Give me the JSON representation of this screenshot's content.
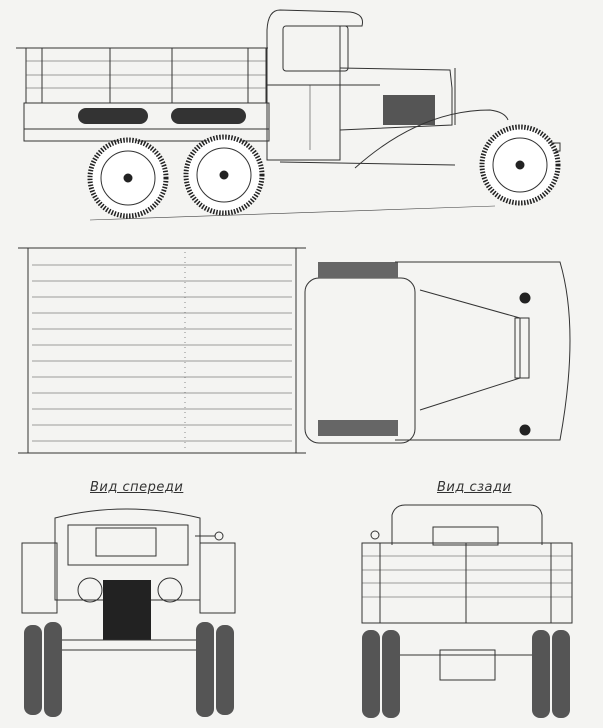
{
  "drawing": {
    "subject": "six-wheel truck blueprint",
    "views": {
      "side": {
        "label": ""
      },
      "top": {
        "label": ""
      },
      "front": {
        "label": "Вид спереди"
      },
      "rear": {
        "label": "Вид сзади"
      }
    }
  },
  "colors": {
    "background": "#f4f4f2",
    "line": "#333333",
    "fill_dark": "#222222"
  }
}
